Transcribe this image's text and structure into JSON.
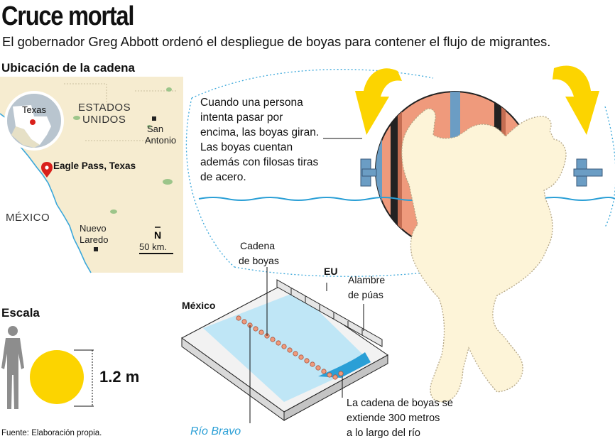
{
  "header": {
    "title": "Cruce mortal",
    "subtitle": "El gobernador Greg Abbott ordenó el despliegue de boyas para contener el flujo de migrantes."
  },
  "map": {
    "heading": "Ubicación de la cadena",
    "inset_label": "Texas",
    "country_us": [
      "ESTADOS",
      "UNIDOS"
    ],
    "country_mx": "MÉXICO",
    "location": "Eagle Pass, Texas",
    "cities": [
      {
        "name": [
          "San",
          "Antonio"
        ]
      },
      {
        "name": [
          "Nuevo",
          "Laredo"
        ]
      }
    ],
    "north": "N",
    "scale": "50 km."
  },
  "scale_section": {
    "heading": "Escala",
    "value": "1.2 m"
  },
  "buoy": {
    "description": [
      "Cuando una persona",
      "intenta pasar por",
      "encima, las boyas giran.",
      "Las boyas cuentan",
      "además con filosas tiras",
      "de acero."
    ]
  },
  "river_diagram": {
    "chain_label": [
      "Cadena",
      "de boyas"
    ],
    "us_label": "EU",
    "wire_label": [
      "Alambre",
      "de púas"
    ],
    "mexico_label": "México",
    "river_label": "Río Bravo",
    "extent_label": [
      "La cadena de boyas se",
      "extiende 300 metros",
      "a lo largo del río"
    ]
  },
  "footer": {
    "source": "Fuente: Elaboración propia."
  },
  "colors": {
    "buoy_orange": "#ef9a7c",
    "steel_blue": "#6b9dc4",
    "arrow_yellow": "#fcd400",
    "figure_cream": "#fdf4d8",
    "map_land": "#fbf4d2",
    "river_blue": "#2a9fd6",
    "water_light": "#bfe6f6"
  }
}
